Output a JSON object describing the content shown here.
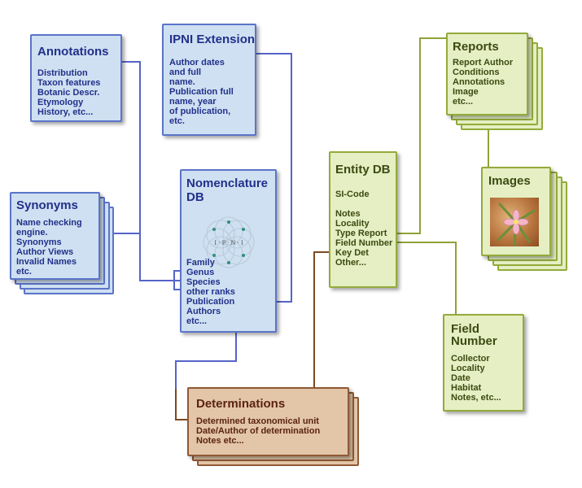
{
  "diagram": {
    "annotations": {
      "title": "Annotations",
      "lines": [
        "Distribution",
        "Taxon features",
        "Botanic Descr.",
        "Etymology",
        "History, etc..."
      ]
    },
    "ipni_extension": {
      "title": "IPNI Extension",
      "lines": [
        "Author dates",
        "and full",
        "name.",
        "Publication full",
        "name, year",
        "of publication,",
        "etc."
      ]
    },
    "synonyms": {
      "title": "Synonyms",
      "lines": [
        "Name checking",
        "engine.",
        "Synonyms",
        "Author Views",
        "Invalid Names",
        "etc."
      ]
    },
    "nomenclature": {
      "title_line1": "Nomenclature",
      "title_line2": "DB",
      "logo_text": "I · P · N · I",
      "lines": [
        "Family",
        "Genus",
        "Species",
        "other ranks",
        "Publication",
        "Authors",
        "etc..."
      ]
    },
    "entity": {
      "title": "Entity DB",
      "code": "SI-Code",
      "lines": [
        "Notes",
        "Locality",
        "Type Report",
        "Field Number",
        "Key Det",
        "Other..."
      ]
    },
    "reports": {
      "title": "Reports",
      "lines": [
        "Report Author",
        "Conditions",
        "Annotations",
        "Image",
        "etc..."
      ]
    },
    "images": {
      "title": "Images"
    },
    "field_number": {
      "title_line1": "Field",
      "title_line2": "Number",
      "lines": [
        "Collector",
        "Locality",
        "Date",
        "Habitat",
        "Notes, etc..."
      ]
    },
    "determinations": {
      "title": "Determinations",
      "lines": [
        "Determined taxonomical unit",
        "Date/Author of determination",
        "Notes etc..."
      ]
    }
  },
  "colors": {
    "blue_fill": "#cfe0f2",
    "blue_border": "#5b74c9",
    "blue_text": "#22308a",
    "green_fill": "#e5efc3",
    "green_border": "#94aa3a",
    "green_text": "#3d4a12",
    "brown_fill": "#e3c5a8",
    "brown_border": "#8f5a35",
    "brown_text": "#5a2410",
    "blue_wire": "#5564c8",
    "green_wire": "#8fa336",
    "brown_wire": "#7c4a22"
  }
}
